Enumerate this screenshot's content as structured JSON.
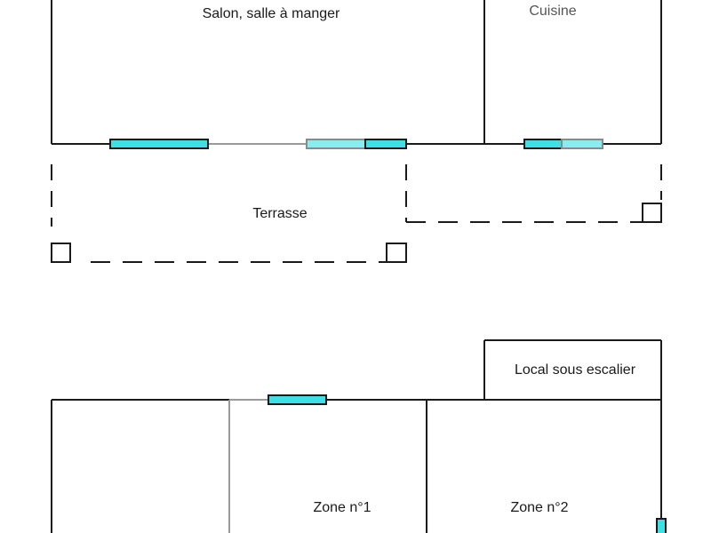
{
  "rooms": {
    "salon": "Salon, salle à manger",
    "cuisine": "Cuisine",
    "terrasse": "Terrasse",
    "local_escalier": "Local sous escalier",
    "zone1": "Zone n°1",
    "zone2": "Zone n°2"
  },
  "colors": {
    "wall": "#1a1a1a",
    "window": "#3fe0e4",
    "window_light": "#86eef0",
    "background": "#ffffff"
  }
}
